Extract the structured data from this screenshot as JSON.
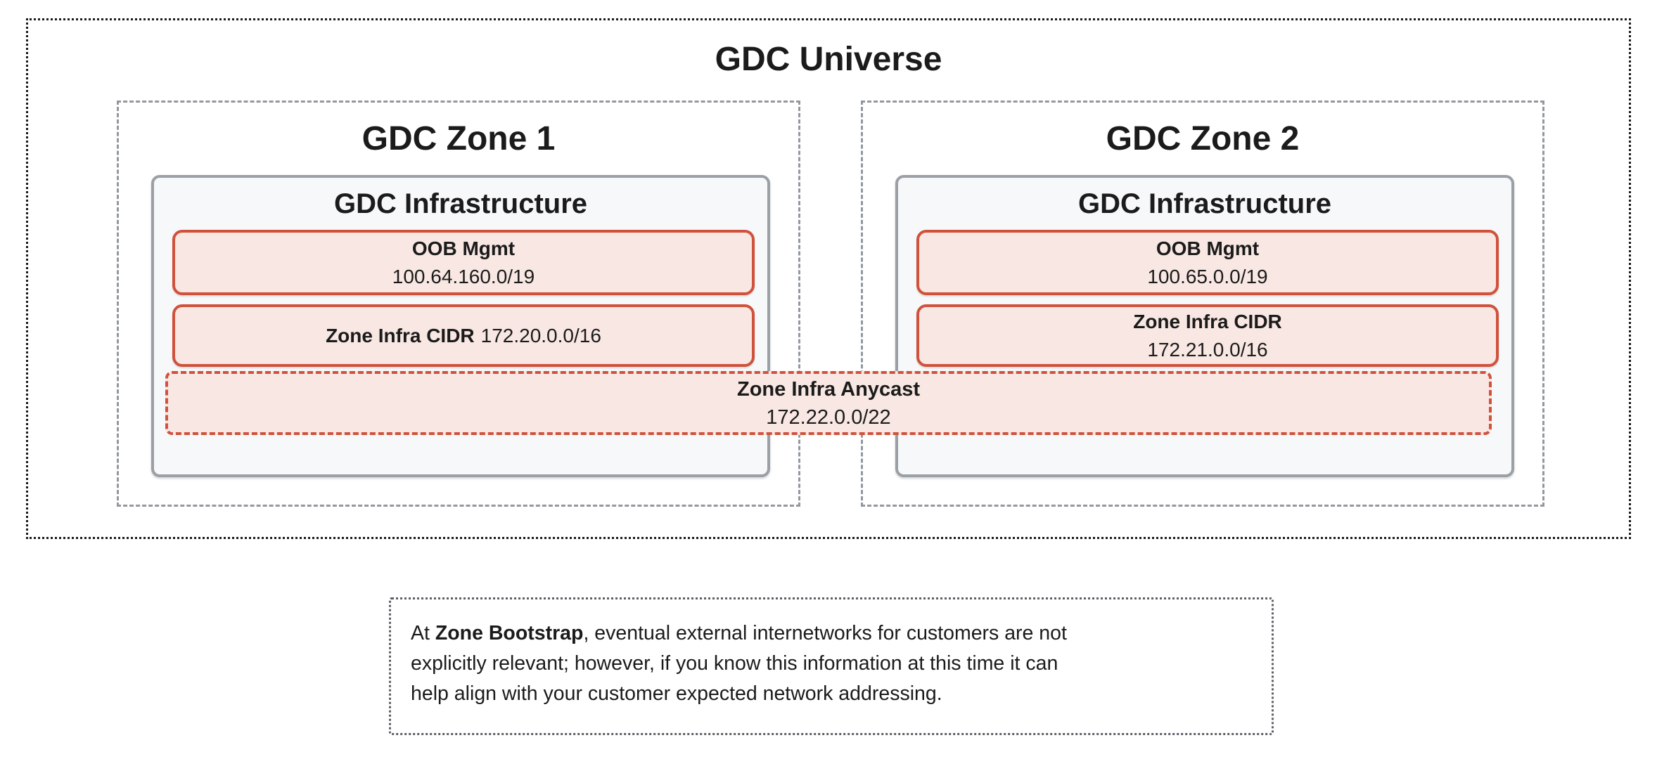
{
  "universe": {
    "title": "GDC Universe",
    "zones": [
      {
        "title": "GDC Zone 1",
        "infra": {
          "title": "GDC Infrastructure",
          "oob": {
            "label": "OOB Mgmt",
            "cidr": "100.64.160.0/19"
          },
          "zone_cidr": {
            "label": "Zone Infra CIDR",
            "cidr": "172.20.0.0/16"
          }
        }
      },
      {
        "title": "GDC Zone 2",
        "infra": {
          "title": "GDC Infrastructure",
          "oob": {
            "label": "OOB Mgmt",
            "cidr": "100.65.0.0/19"
          },
          "zone_cidr": {
            "label": "Zone Infra CIDR",
            "cidr": "172.21.0.0/16"
          }
        }
      }
    ],
    "anycast": {
      "label": "Zone Infra Anycast",
      "cidr": "172.22.0.0/22"
    }
  },
  "note": {
    "line1_prefix": "At ",
    "line1_bold": "Zone Bootstrap",
    "line1_rest": ", eventual external internetworks for customers are not",
    "line2": "explicitly relevant; however, if you know this information at this time it can",
    "line3": "help align with your customer expected network addressing."
  },
  "colors": {
    "accent_red": "#D0523C",
    "fill_pink": "#F8E7E2",
    "gray_border": "#9AA0A6",
    "infra_fill": "#F7F8FA",
    "text": "#1b1b1b"
  }
}
